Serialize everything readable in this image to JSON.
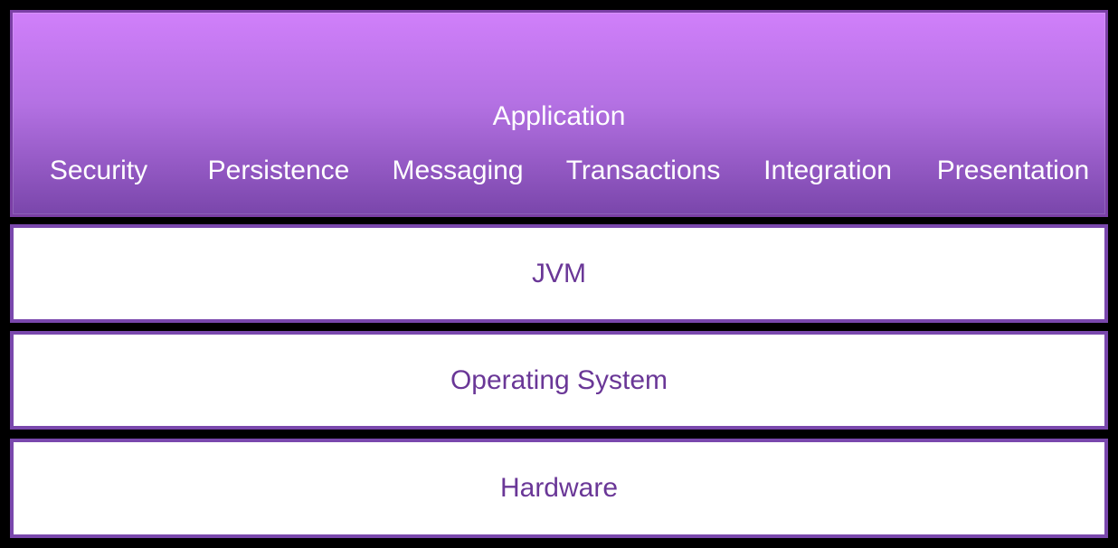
{
  "application": {
    "title": "Application",
    "services": [
      "Security",
      "Persistence",
      "Messaging",
      "Transactions",
      "Integration",
      "Presentation"
    ]
  },
  "layers": {
    "jvm": "JVM",
    "os": "Operating System",
    "hardware": "Hardware"
  },
  "colors": {
    "application_top": "#d07ffa",
    "application_bottom": "#7a46ab",
    "border": "#7a48ad",
    "label_text": "#6a3797",
    "background": "#000000"
  }
}
